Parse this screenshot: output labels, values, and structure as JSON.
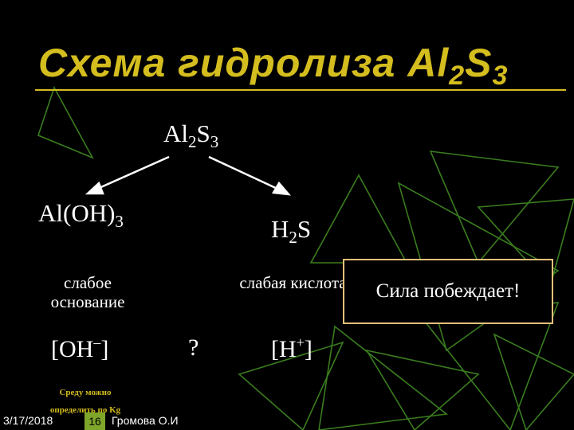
{
  "title": {
    "main": "Схема гидролиза Al",
    "sub1": "2",
    "mid": "S",
    "sub2": "3"
  },
  "salt": {
    "main": "Al",
    "sub1": "2",
    "mid": "S",
    "sub2": "3"
  },
  "base": {
    "formula": "Al(OH)",
    "sub": "3",
    "label": "слабое основание",
    "ion": "[OH",
    "ion_charge": "–",
    "ion_close": "]"
  },
  "acid": {
    "pre": "H",
    "sub": "2",
    "post": "S",
    "label": "слабая кислота",
    "ion": "[H",
    "ion_charge": "+",
    "ion_close": "]"
  },
  "question_mark": "?",
  "callout": {
    "text": "Сила побеждает!"
  },
  "note": {
    "line1": "Среду можно",
    "line2": "определить по Kg"
  },
  "footer": {
    "date": "3/17/2018",
    "slide_number": "16",
    "author": "Громова О.И"
  },
  "colors": {
    "background": "#000000",
    "title": "#d4bd1e",
    "decor_lines": "#3a7d1e",
    "callout_border": "#e5c07a",
    "text": "#ffffff"
  },
  "icons": {
    "arrow_left": "arrow-down-left-icon",
    "arrow_right": "arrow-down-right-icon"
  }
}
